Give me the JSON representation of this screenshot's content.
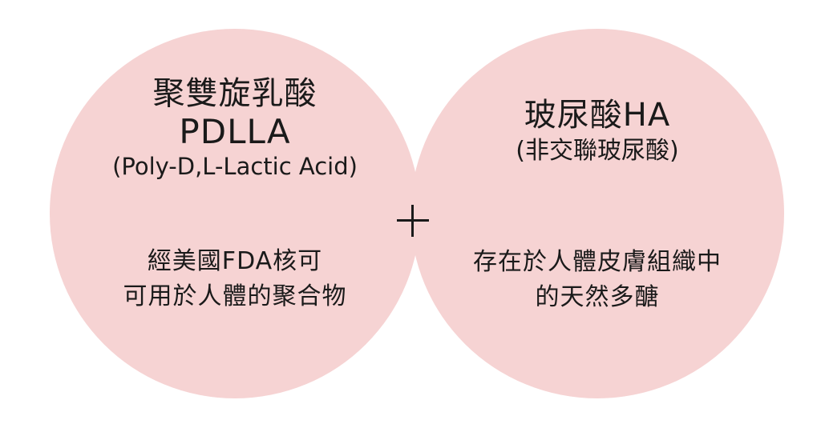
{
  "left": {
    "title_zh": "聚雙旋乳酸",
    "title_en": "PDLLA",
    "subtitle": "(Poly-D,L-Lactic Acid)",
    "desc_line1": "經美國FDA核可",
    "desc_line2": "可用於人體的聚合物"
  },
  "operator": "+",
  "right": {
    "title": "玻尿酸HA",
    "subtitle": "(非交聯玻尿酸)",
    "desc_line1": "存在於人體皮膚組織中",
    "desc_line2": "的天然多醣"
  },
  "colors": {
    "circle_fill": "#f6d3d3",
    "text": "#1a1a1a",
    "background": "#ffffff"
  }
}
